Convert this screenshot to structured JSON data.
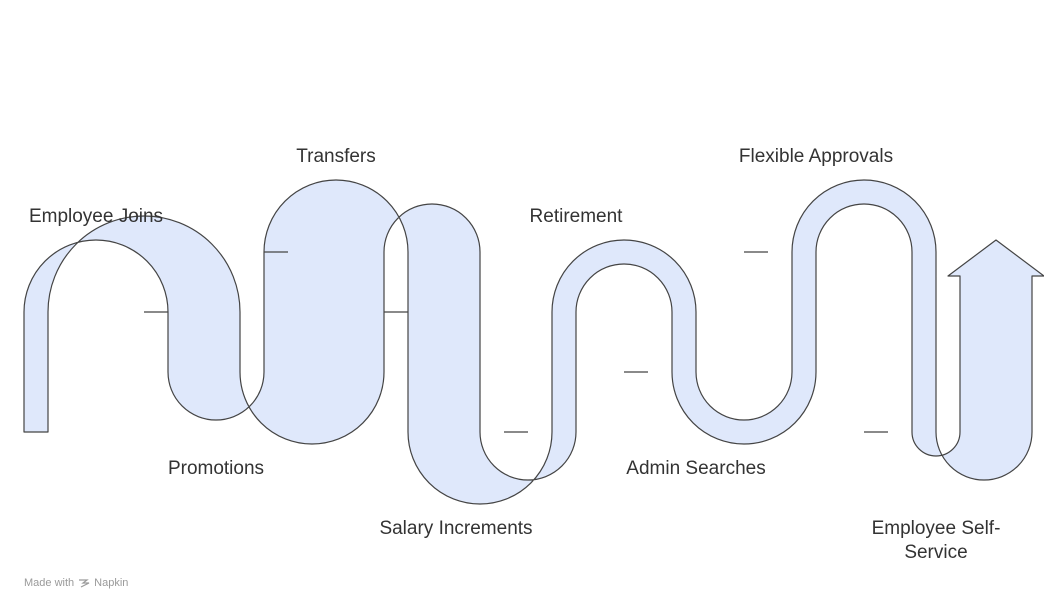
{
  "colors": {
    "band_fill": "#dfe8fb",
    "band_stroke": "#444444",
    "text": "#333333",
    "footer_text": "#9a9a9a"
  },
  "stages": [
    {
      "label": "Employee Joins"
    },
    {
      "label": "Promotions"
    },
    {
      "label": "Transfers"
    },
    {
      "label": "Salary Increments"
    },
    {
      "label": "Retirement"
    },
    {
      "label": "Admin Searches"
    },
    {
      "label": "Flexible Approvals"
    },
    {
      "label": "Employee Self-",
      "label_line2": "Service"
    }
  ],
  "footer": {
    "made_with": "Made with",
    "brand": "Napkin"
  }
}
